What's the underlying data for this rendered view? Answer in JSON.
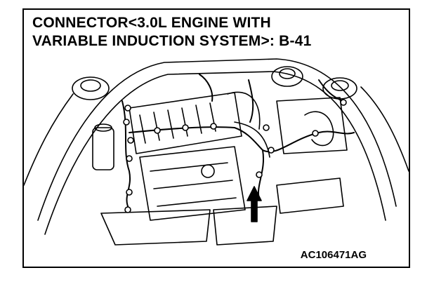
{
  "title": {
    "line1": "CONNECTOR<3.0L ENGINE WITH",
    "line2": "VARIABLE INDUCTION SYSTEM>: B-41"
  },
  "figure_code": "AC106471AG",
  "colors": {
    "line": "#000000",
    "background": "#ffffff"
  }
}
